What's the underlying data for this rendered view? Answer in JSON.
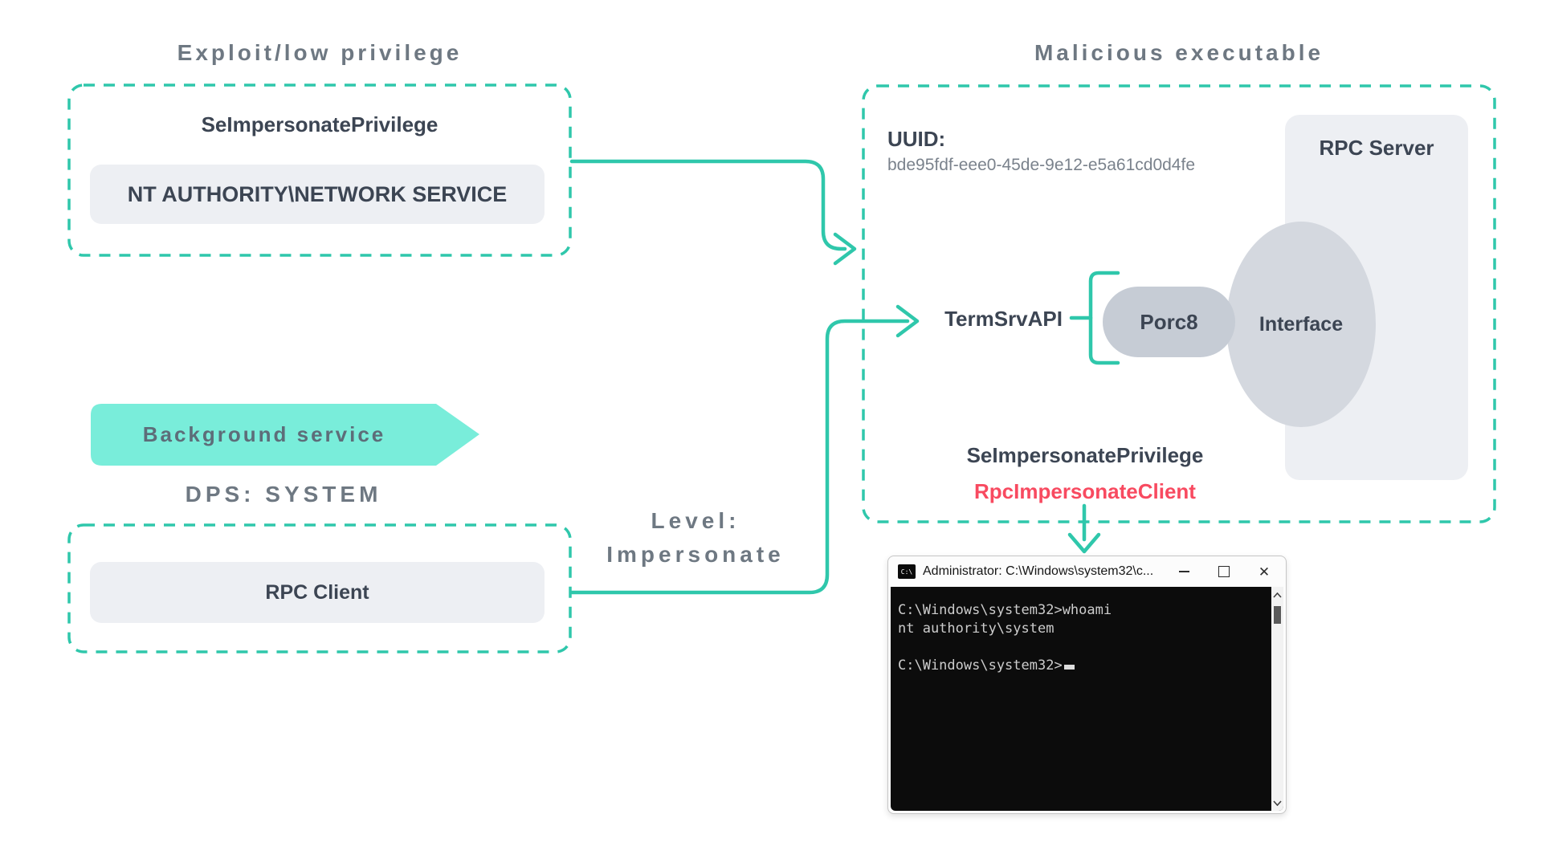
{
  "colors": {
    "teal": "#2fc7ab",
    "mint": "#79edda",
    "heading_gray": "#6e7882",
    "dark_slate": "#3c4553",
    "red": "#f84a60",
    "panel_gray": "#edeff3",
    "ellipse_gray": "#d4d8df",
    "pill_gray": "#c6ccd5",
    "terminal_bg": "#0c0c0c",
    "terminal_text": "#cccccc"
  },
  "exploit_section": {
    "title": "Exploit/low privilege",
    "privilege": "SeImpersonatePrivilege",
    "account": "NT AUTHORITY\\NETWORK SERVICE"
  },
  "service_section": {
    "banner": "Background service",
    "dps": "DPS: SYSTEM",
    "client": "RPC Client"
  },
  "connection": {
    "level_line1": "Level:",
    "level_line2": "Impersonate"
  },
  "malicious_section": {
    "title": "Malicious executable",
    "uuid_label": "UUID:",
    "uuid_value": "bde95fdf-eee0-45de-9e12-e5a61cd0d4fe",
    "rpc_server": "RPC Server",
    "interface": "Interface",
    "port": "Porc8",
    "api": "TermSrvAPI",
    "privilege": "SeImpersonatePrivilege",
    "call": "RpcImpersonateClient"
  },
  "terminal": {
    "title": "Administrator: C:\\Windows\\system32\\c...",
    "icon_text": "C:\\",
    "line1": "C:\\Windows\\system32>whoami",
    "line2": "nt authority\\system",
    "line3": "",
    "prompt": "C:\\Windows\\system32>"
  }
}
